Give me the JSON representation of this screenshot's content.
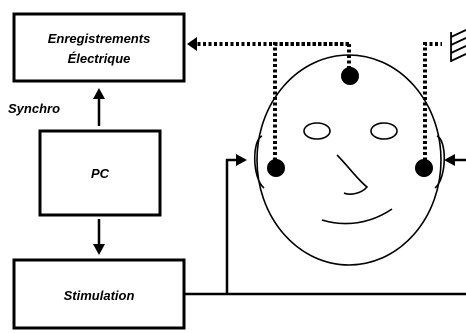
{
  "boxes": {
    "recording": {
      "line1": "Enregistrements",
      "line2": "Électrique"
    },
    "pc": {
      "label": "PC"
    },
    "stimulation": {
      "label": "Stimulation"
    }
  },
  "labels": {
    "synchro": "Synchro"
  },
  "colors": {
    "ink": "#000000",
    "background": "#ffffff"
  }
}
